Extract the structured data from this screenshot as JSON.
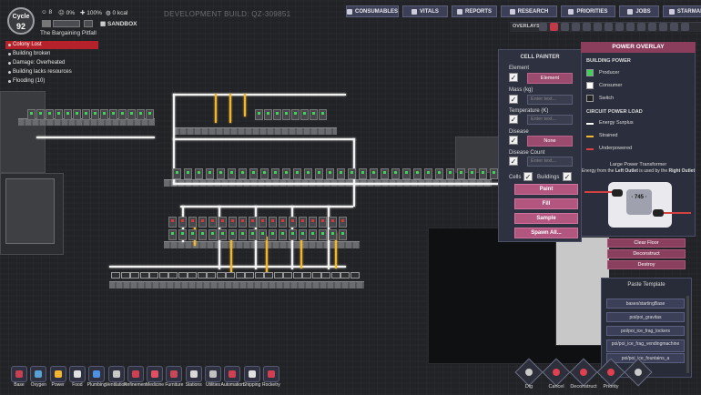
{
  "hud": {
    "cycle_label": "Cycle",
    "cycle_number": "92",
    "dupes": "8",
    "stress": "0%",
    "health": "100%",
    "calories": "0 kcal",
    "sandbox_label": "SANDBOX",
    "colony_name": "The Bargaining Pitfall",
    "dev_build": "DEVELOPMENT BUILD: QZ-309851"
  },
  "alerts": [
    {
      "text": "Colony Lost",
      "severity": "red"
    },
    {
      "text": "Building broken",
      "severity": "normal"
    },
    {
      "text": "Damage: Overheated",
      "severity": "normal"
    },
    {
      "text": "Building lacks resources",
      "severity": "normal"
    },
    {
      "text": "Flooding (10)",
      "severity": "normal"
    }
  ],
  "top_menu": [
    {
      "label": "CONSUMABLES",
      "icon": "consumables-icon"
    },
    {
      "label": "VITALS",
      "icon": "heart-icon"
    },
    {
      "label": "REPORTS",
      "icon": "chart-icon"
    },
    {
      "label": "RESEARCH",
      "icon": "flask-icon"
    },
    {
      "label": "PRIORITIES",
      "icon": "priorities-icon"
    },
    {
      "label": "JOBS",
      "icon": "wrench-icon"
    },
    {
      "label": "STARMAP",
      "icon": "rocket-icon"
    }
  ],
  "overlays_label": "OVERLAYS",
  "cell_painter": {
    "title": "CELL PAINTER",
    "element_label": "Element",
    "element_value": "Element",
    "mass_label": "Mass (kg)",
    "mass_placeholder": "Enter text...",
    "temperature_label": "Temperature (K)",
    "temperature_placeholder": "Enter text...",
    "disease_label": "Disease",
    "disease_value": "None",
    "disease_count_label": "Disease Count",
    "disease_count_placeholder": "Enter text...",
    "cells_label": "Cells",
    "buildings_label": "Buildings"
  },
  "sandbox_tools": [
    "Paint",
    "Fill",
    "Sample",
    "Spawn All..."
  ],
  "power_overlay": {
    "title": "POWER OVERLAY",
    "building_power_heading": "BUILDING POWER",
    "building_power": [
      {
        "label": "Producer",
        "color": "#3fd15a"
      },
      {
        "label": "Consumer",
        "color": "#ffffff"
      },
      {
        "label": "Switch",
        "color": "#222222"
      }
    ],
    "circuit_heading": "CIRCUIT POWER LOAD",
    "circuit_load": [
      {
        "label": "Energy Surplus",
        "color": "#ffffff"
      },
      {
        "label": "Strained",
        "color": "#f2b630"
      },
      {
        "label": "Underpowered",
        "color": "#e04040"
      }
    ],
    "transformer_title": "Large Power Transformer",
    "transformer_desc_prefix": "Energy from the",
    "transformer_left": "Left Outlet",
    "transformer_desc_mid": "is used by the",
    "transformer_right": "Right Outlet"
  },
  "cell_actions": [
    "Clear Floor",
    "Deconstruct",
    "Destroy"
  ],
  "paste_template": {
    "title": "Paste Template",
    "items": [
      "bases/startingBase",
      "poi/poi_gravitas",
      "poi/poi_ice_frag_lockers",
      "poi/poi_ice_frag_vendingmachine",
      "poi/poi_ice_fountains_a"
    ]
  },
  "build_categories": [
    {
      "label": "Base",
      "color": "#c94050"
    },
    {
      "label": "Oxygen",
      "color": "#5aa0d0"
    },
    {
      "label": "Power",
      "color": "#f2b630"
    },
    {
      "label": "Food",
      "color": "#e0e0e0"
    },
    {
      "label": "Plumbing",
      "color": "#5090e0"
    },
    {
      "label": "Ventilation",
      "color": "#c8c8c8"
    },
    {
      "label": "Refinement",
      "color": "#d04050"
    },
    {
      "label": "Medicine",
      "color": "#e05060"
    },
    {
      "label": "Furniture",
      "color": "#c84858"
    },
    {
      "label": "Stations",
      "color": "#d8d8d8"
    },
    {
      "label": "Utilities",
      "color": "#c0c0c0"
    },
    {
      "label": "Automation",
      "color": "#d04050"
    },
    {
      "label": "Shipping",
      "color": "#e0e0e0"
    },
    {
      "label": "Rocketry",
      "color": "#d04050"
    }
  ],
  "actions": [
    {
      "label": "Dig",
      "color": "#c9c9c9"
    },
    {
      "label": "Cancel",
      "color": "#e04050"
    },
    {
      "label": "Deconstruct",
      "color": "#e04050"
    },
    {
      "label": "Priority",
      "color": "#e04050"
    },
    {
      "label": "",
      "color": "#c9c9c9"
    }
  ],
  "transformer_readout": "· 745 ·"
}
